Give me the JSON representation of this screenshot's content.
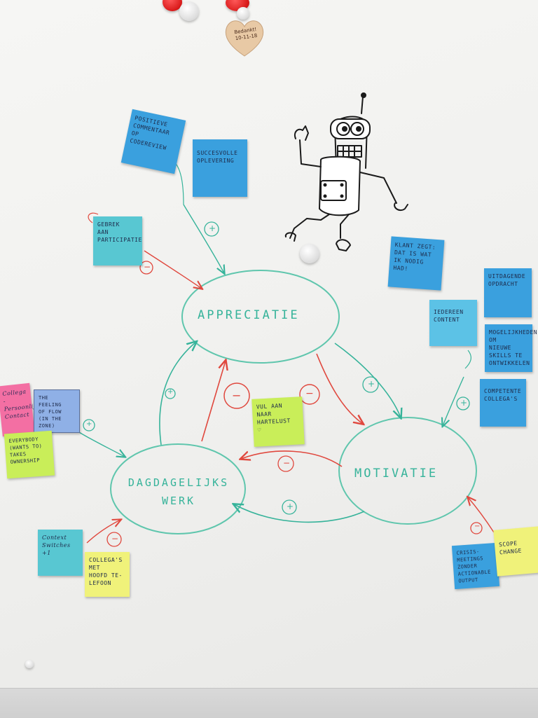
{
  "board": {
    "heart_tag": "Bedankt!\n10-11-18"
  },
  "diagram": {
    "nodes": {
      "appreciatie": "APPRECIATIE",
      "motivatie": "MOTIVATIE",
      "werk": "DAGDAGELIJKS\nWERK"
    },
    "signs": {
      "plus": "+",
      "minus": "−"
    }
  },
  "notes": {
    "positieve": "POSITIEVE\nCOMMENTAAR\nOP CODEREVIEW",
    "succesvolle": "SUCCESVOLLE\nOPLEVERING",
    "gebrek": "GEBREK\nAAN\nPARTICIPATIE",
    "klant": "KLANT ZEGT:\nDAT IS WAT\nIK NODIG HAD!",
    "uitdagende": "UITDAGENDE\nOPDRACHT",
    "iedereen": "IEDEREEN\nCONTENT",
    "mogelijkheden": "MOGELIJKHEDEN\nOM\nNIEUWE\nSKILLS TE\nONTWIKKELEN",
    "competente": "COMPETENTE\nCOLLEGA'S",
    "vul": "VUL AAN\nNAAR\nHARTELUST\n♡",
    "feeling": "THE\nFEELING\nOF FLOW\n(IN THE ZONE)",
    "collega": "Collega -\nPersoonlijk\nContact",
    "everybody": "EVERYBODY\n(WANTS TO)\nTAKES\nOWNERSHIP",
    "context": "Context\nSwitches\n+1",
    "collegas": "COLLEGA'S\nMET\nHOOFD TE-\nLEFOON",
    "crisis": "CRISIS-\nMEETINGS\nZONDER\nACTIONABLE\nOUTPUT",
    "scope": "SCOPE\nCHANGE"
  }
}
